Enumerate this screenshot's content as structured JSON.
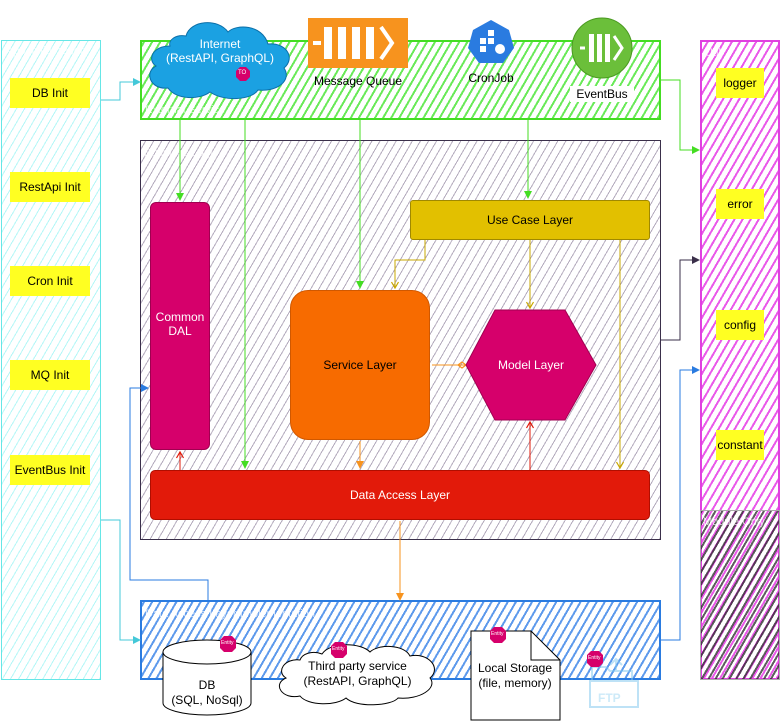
{
  "external": {
    "title": "External Service",
    "internet": "Internet\n(RestAPI, GraphQL)",
    "to_badge": "TO",
    "message_queue": "Message Queue",
    "cronjob": "CronJob",
    "eventbus": "EventBus"
  },
  "init": {
    "title": "App Initialization",
    "items": [
      "DB Init",
      "RestApi Init",
      "Cron Init",
      "MQ Init",
      "EventBus Init"
    ]
  },
  "core": {
    "title": "Business Logic",
    "use_case": "Use Case Layer",
    "common_dal": "Common\nDAL",
    "service": "Service Layer",
    "model": "Model Layer",
    "data_access": "Data Access Layer"
  },
  "util": {
    "title": "Util",
    "items": [
      "logger",
      "error",
      "config",
      "constant"
    ]
  },
  "module_only": {
    "title": "Module Only"
  },
  "data_access_impl": {
    "title": "Data Access Layer Implementation",
    "db": "DB\n(SQL, NoSql)",
    "third_party": "Third party service\n(RestAPI, GraphQL)",
    "local_storage": "Local Storage\n(file, memory)",
    "entity_badge": "Entity",
    "ftp": "FTP"
  },
  "colors": {
    "cyan": "#66e6e6",
    "green": "#44dd22",
    "magenta": "#e040e0",
    "blue": "#2a7be0",
    "yellow_box": "#ffff22",
    "use_case": "#e2c000",
    "common_dal": "#d6006b",
    "service": "#f76b00",
    "model": "#d6006b",
    "data_access": "#e21a0a",
    "message_queue": "#f7931e",
    "cronjob": "#2a7be0",
    "eventbus": "#6bbf3a"
  }
}
